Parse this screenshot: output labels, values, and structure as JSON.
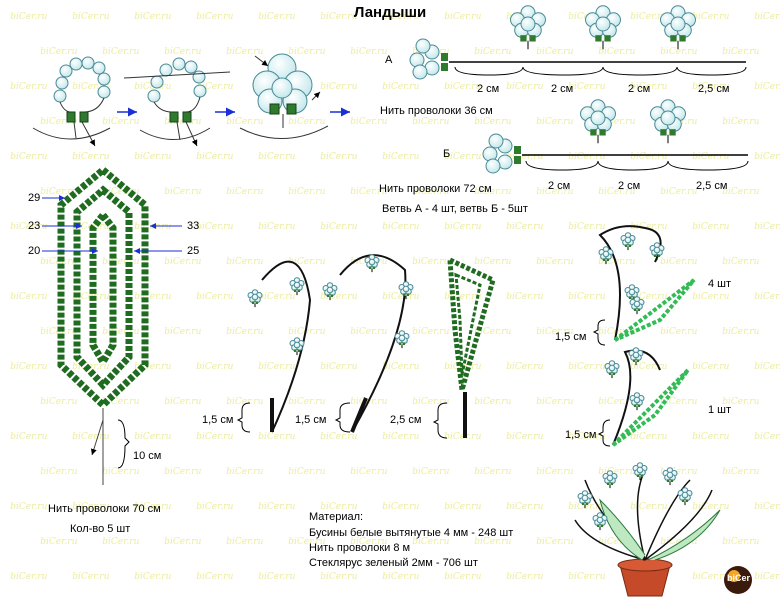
{
  "title": "Ландыши",
  "watermark": "biCer.ru",
  "branch_a": {
    "letter": "А",
    "spacings": [
      "2 см",
      "2 см",
      "2 см",
      "2,5 см"
    ],
    "wire": "Нить проволоки 36 см"
  },
  "branch_b": {
    "letter": "Б",
    "spacings": [
      "2 см",
      "2 см",
      "2,5 см"
    ],
    "wire": "Нить проволоки 72 см",
    "counts": "Ветвь А - 4 шт, ветвь Б - 5шт"
  },
  "leaf": {
    "rows": [
      "29",
      "23",
      "20",
      "33",
      "25"
    ],
    "stem": "10 см",
    "wire": "Нить проволоки 70 см",
    "count": "Кол-во 5 шт"
  },
  "stems": [
    "1,5 см",
    "1,5 см",
    "2,5 см"
  ],
  "assembly": {
    "count_top": "4 шт",
    "count_bottom": "1 шт",
    "len_top": "1,5 см",
    "len_bottom": "1,5 см"
  },
  "materials": {
    "heading": "Материал:",
    "lines": [
      "Бусины белые вытянутые 4 мм - 248 шт",
      "Нить проволоки 8 м",
      "Стеклярус зеленый 2мм - 706 шт"
    ]
  },
  "logo": "biCer"
}
